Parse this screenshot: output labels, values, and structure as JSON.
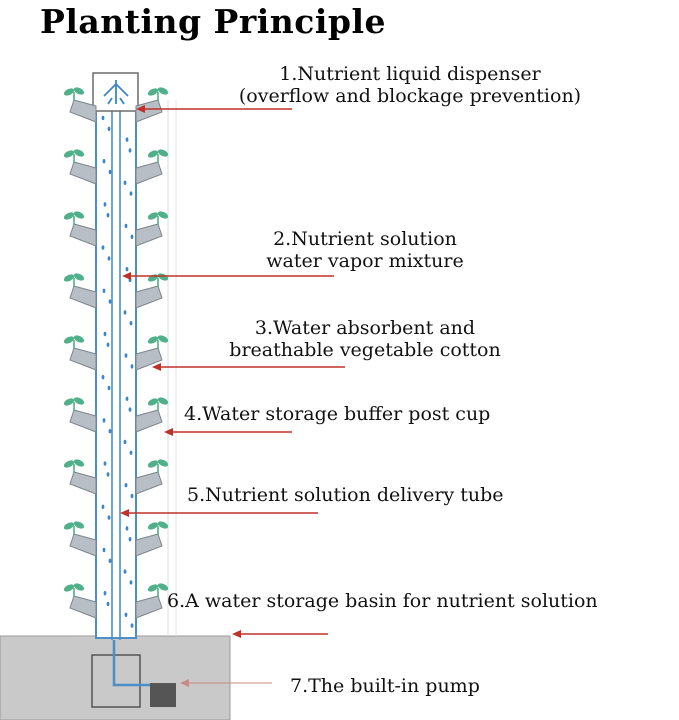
{
  "title": "Planting Principle",
  "labels": [
    {
      "line1": "1.Nutrient liquid dispenser",
      "line2": "(overflow and blockage prevention)"
    },
    {
      "line1": "2.Nutrient solution",
      "line2": "water vapor mixture"
    },
    {
      "line1": "3.Water absorbent and",
      "line2": "breathable vegetable cotton"
    },
    {
      "line1": "4.Water storage buffer post cup"
    },
    {
      "line1": "5.Nutrient solution delivery tube"
    },
    {
      "line1": "6.A water storage basin for nutrient solution"
    },
    {
      "line1": "7.The built-in pump"
    }
  ],
  "colors": {
    "tower_outline": "#4a8fc8",
    "water_drop": "#3a86c8",
    "leaf": "#4fb08a",
    "cup": "#b8bec6",
    "arrow": "#c0302a",
    "basin": "#c9c9c9",
    "pump": "#555555"
  }
}
